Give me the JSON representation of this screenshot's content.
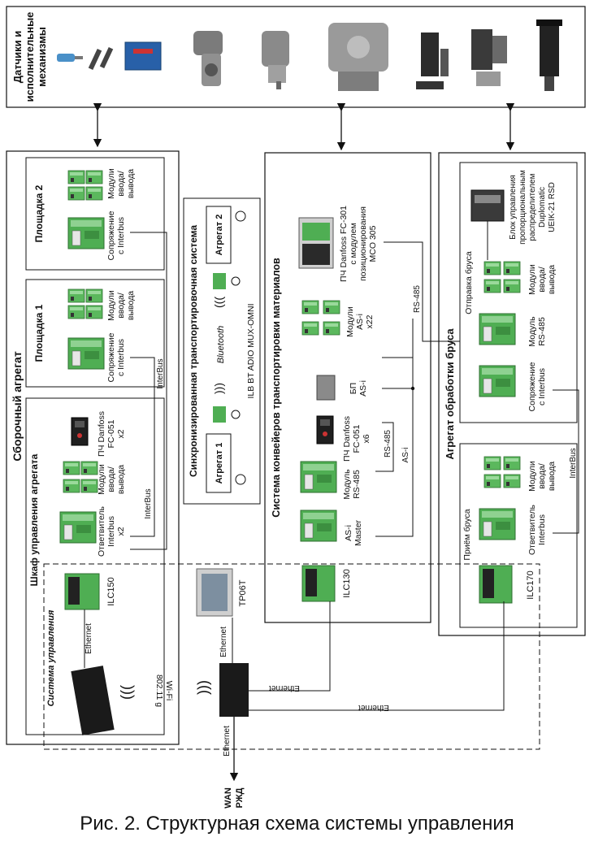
{
  "top": {
    "title_line1": "Датчики и",
    "title_line2": "исполнительные",
    "title_line3": "механизмы"
  },
  "assembly": {
    "title": "Сборочный агрегат",
    "site2": {
      "title": "Площадка 2",
      "io_l1": "Модули",
      "io_l2": "ввода/",
      "io_l3": "вывода",
      "cp_l1": "Сопряжение",
      "cp_l2": "с Interbus"
    },
    "site1": {
      "title": "Площадка 1",
      "io_l1": "Модули",
      "io_l2": "ввода/",
      "io_l3": "вывода",
      "cp_l1": "Сопряжение",
      "cp_l2": "с Interbus"
    },
    "cabinet": {
      "title": "Шкаф управления агрегата",
      "br_l1": "Ответвитель",
      "br_l2": "Interbus",
      "br_l3": "x2",
      "io_l1": "Модули",
      "io_l2": "ввода/",
      "io_l3": "вывода",
      "fc_l1": "ПЧ Danfoss",
      "fc_l2": "FC-051",
      "fc_l3": "x2"
    },
    "interbus_a": "InterBus",
    "interbus_b": "InterBus",
    "plc": "ILC150"
  },
  "sync": {
    "title": "Синхронизированная транспортировочная система",
    "unit1": "Агрегат 1",
    "unit2": "Агрегат 2",
    "bluetooth": "Bluetooth",
    "device": "ILB BT ADIO MUX-OMNI"
  },
  "conveyor": {
    "title": "Система конвейеров транспортировки материалов",
    "asi_master_l1": "AS-i",
    "asi_master_l2": "Master",
    "rs485_l1": "Модуль",
    "rs485_l2": "RS-485",
    "fc_l1": "ПЧ Danfoss",
    "fc_l2": "FC-051",
    "fc_l3": "x6",
    "psu_l1": "БП",
    "psu_l2": "AS-i",
    "asi_mod_l1": "Модули",
    "asi_mod_l2": "AS-i",
    "asi_mod_l3": "x22",
    "fc301_l1": "ПЧ Danfoss FC-301",
    "fc301_l2": "с модулем",
    "fc301_l3": "позиционирования",
    "fc301_l4": "MCO 305",
    "rs485_bus": "RS-485",
    "asi_bus": "AS-i",
    "plc": "ILC130"
  },
  "beam": {
    "title": "Агрегат обработки бруса",
    "send": {
      "title": "Отправка бруса",
      "cp_l1": "Сопряжение",
      "cp_l2": "с Interbus",
      "rs_l1": "Модуль",
      "rs_l2": "RS-485",
      "io_l1": "Модули",
      "io_l2": "ввода/",
      "io_l3": "вывода",
      "blk_l1": "Блок управления",
      "blk_l2": "пропорциональным",
      "blk_l3": "распределителем",
      "blk_l4": "Duplomatic",
      "blk_l5": "UEIK-21 RSD"
    },
    "recv": {
      "title": "Приём бруса",
      "br_l1": "Ответвитель",
      "br_l2": "Interbus",
      "io_l1": "Модули",
      "io_l2": "ввода/",
      "io_l3": "вывода"
    },
    "interbus": "InterBus",
    "rs485": "RS-485",
    "plc": "ILC170"
  },
  "control": {
    "title": "Система управления",
    "panel": "TP06T",
    "wifi_l1": "Wi-Fi",
    "wifi_l2": "802.11 g",
    "eth1": "Ethernet",
    "eth2": "Ethernet",
    "eth3": "Ethernet",
    "eth4": "Ethernet",
    "eth5": "Ethernet",
    "wan": "WAN",
    "rzd": "РЖД"
  },
  "caption": "Рис. 2. Структурная схема системы управления"
}
